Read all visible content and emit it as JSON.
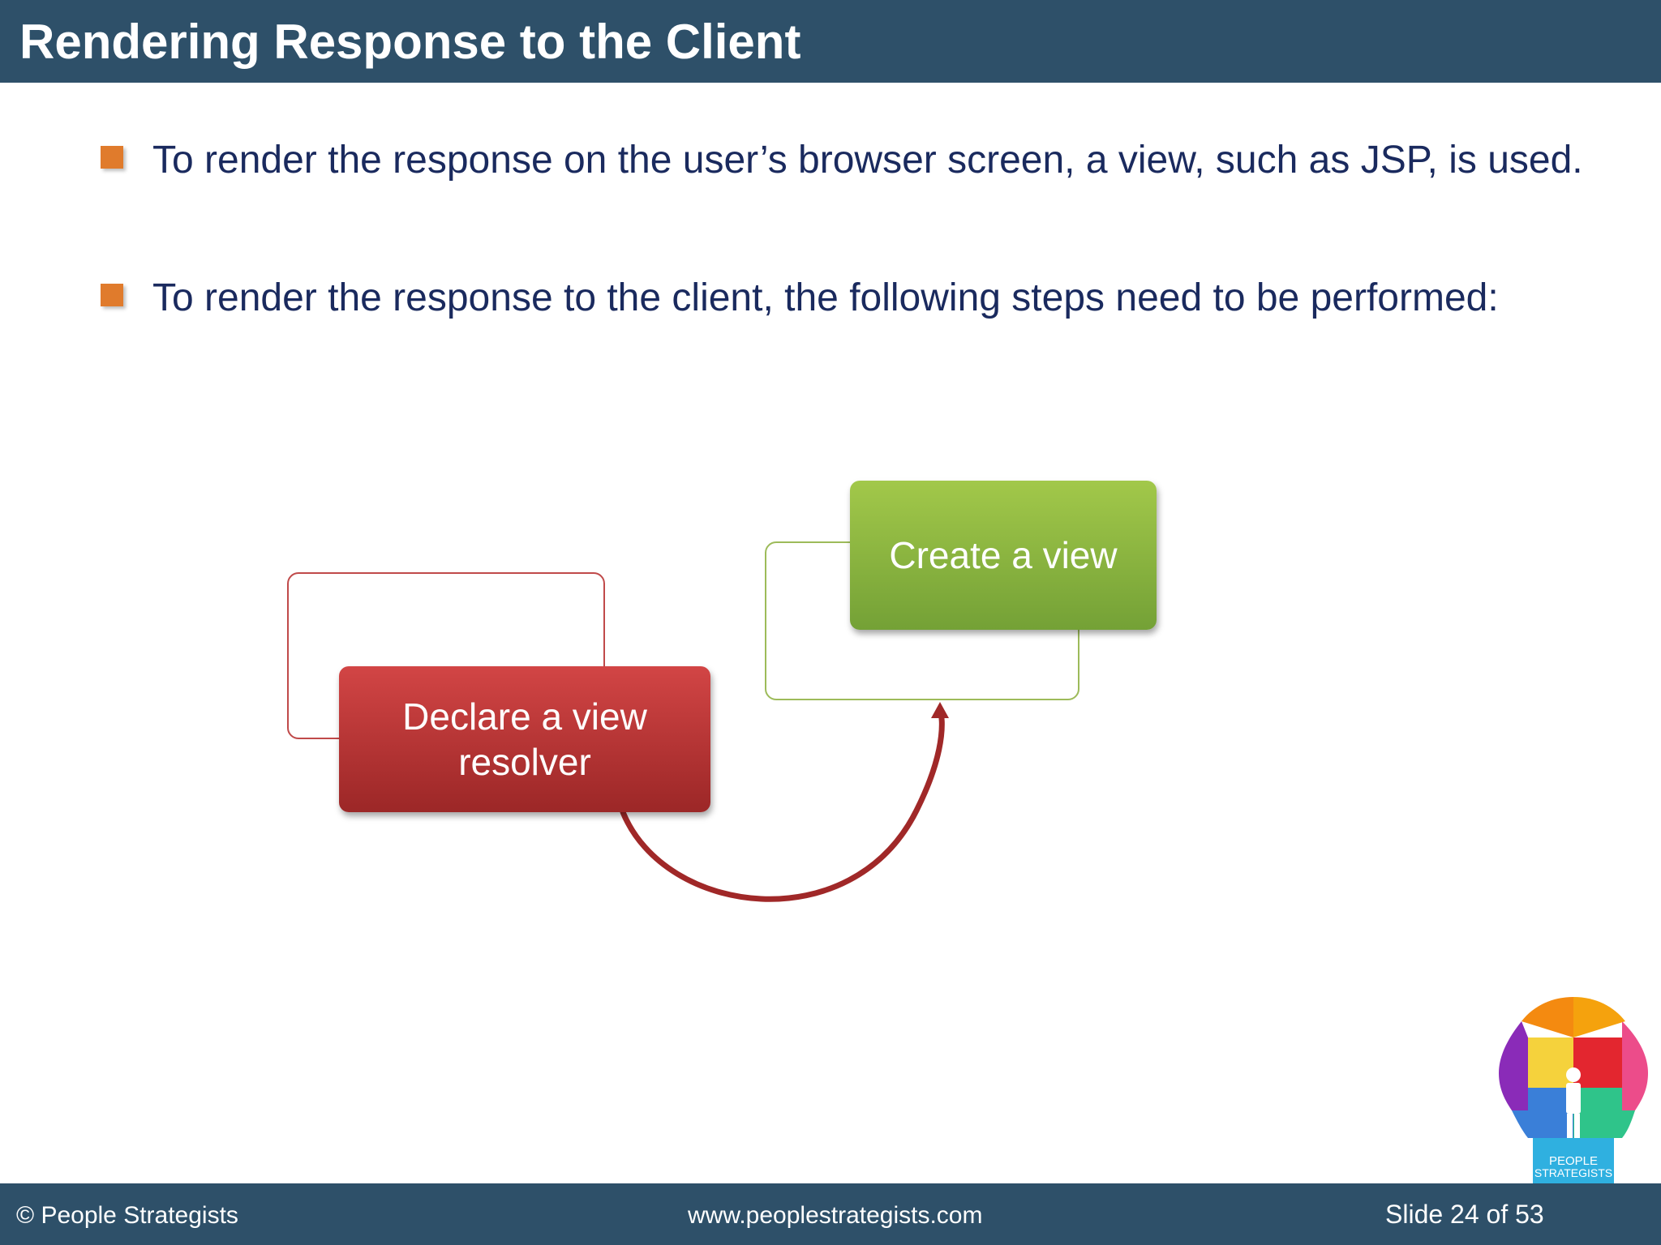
{
  "slide": {
    "title": "Rendering Response to the Client",
    "bullets": [
      "To render the response on the user’s browser screen, a view, such as JSP, is used.",
      "To render the response to the client, the following steps need to be performed:"
    ]
  },
  "diagram": {
    "steps": [
      {
        "label": "Declare a view resolver",
        "color": "#c23a3a"
      },
      {
        "label": "Create a view",
        "color": "#8fb83f"
      }
    ],
    "arrow_color": "#a02828"
  },
  "footer": {
    "copyright": "© People Strategists",
    "website": "www.peoplestrategists.com",
    "slide_number": "Slide 24 of 53"
  },
  "logo": {
    "line1": "PEOPLE",
    "line2": "STRATEGISTS"
  },
  "colors": {
    "header_bg": "#2e5069",
    "bullet_square": "#e07b2c",
    "body_text": "#1a2a5e"
  }
}
